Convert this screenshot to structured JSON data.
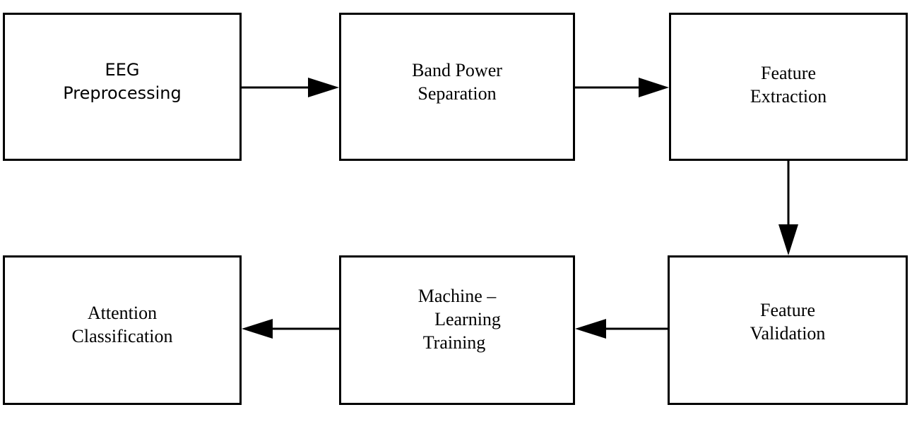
{
  "diagram": {
    "nodes": {
      "eeg_preprocessing": {
        "lines": [
          "EEG",
          "Preprocessing"
        ]
      },
      "band_power_separation": {
        "lines": [
          "Band Power",
          "Separation"
        ]
      },
      "feature_extraction": {
        "lines": [
          "Feature",
          "Extraction"
        ]
      },
      "feature_validation": {
        "lines": [
          "Feature",
          "Validation"
        ]
      },
      "machine_learning_training": {
        "lines": [
          "Machine –",
          "Learning",
          "Training"
        ]
      },
      "attention_classification": {
        "lines": [
          "Attention",
          "Classification"
        ]
      }
    },
    "edges": [
      {
        "from": "EEG Preprocessing",
        "to": "Band Power Separation"
      },
      {
        "from": "Band Power Separation",
        "to": "Feature Extraction"
      },
      {
        "from": "Feature Extraction",
        "to": "Feature Validation"
      },
      {
        "from": "Feature Validation",
        "to": "Machine – Learning Training"
      },
      {
        "from": "Machine – Learning Training",
        "to": "Attention Classification"
      }
    ],
    "colors": {
      "line": "#000000",
      "background": "#ffffff"
    }
  }
}
